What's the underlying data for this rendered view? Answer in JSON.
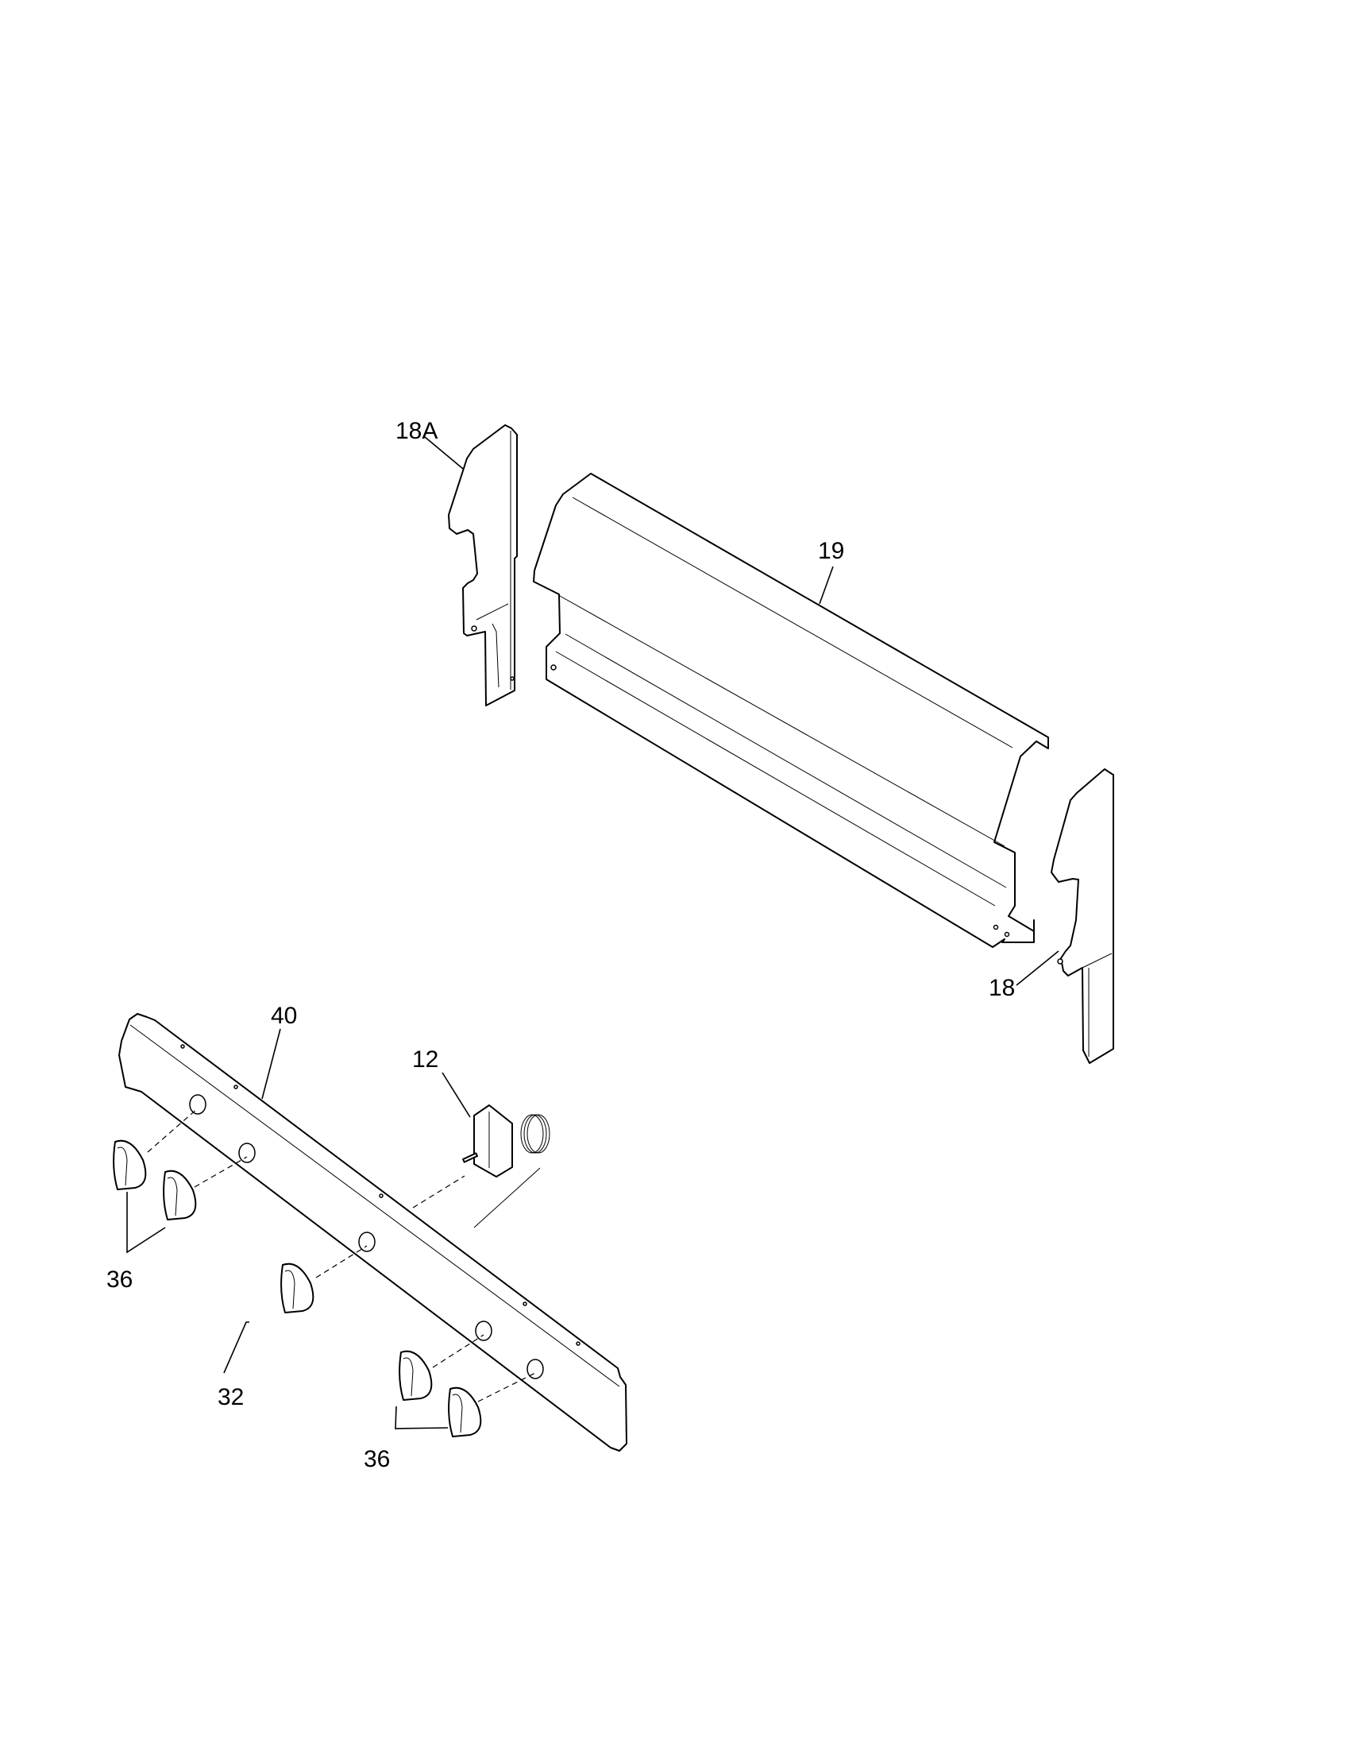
{
  "diagram": {
    "type": "exploded-parts-diagram",
    "subject": "Range backguard and control panel assembly",
    "callouts": [
      {
        "id": "18A",
        "label": "18A",
        "part": "side-trim-left"
      },
      {
        "id": "19",
        "label": "19",
        "part": "backguard"
      },
      {
        "id": "18",
        "label": "18",
        "part": "side-trim-right"
      },
      {
        "id": "40",
        "label": "40",
        "part": "control-panel"
      },
      {
        "id": "12",
        "label": "12",
        "part": "thermostat"
      },
      {
        "id": "36a",
        "label": "36",
        "part": "knob-pair-left"
      },
      {
        "id": "32",
        "label": "32",
        "part": "oven-knob"
      },
      {
        "id": "36b",
        "label": "36",
        "part": "knob-pair-right"
      }
    ]
  },
  "colors": {
    "line": "#000000",
    "background": "#ffffff"
  }
}
